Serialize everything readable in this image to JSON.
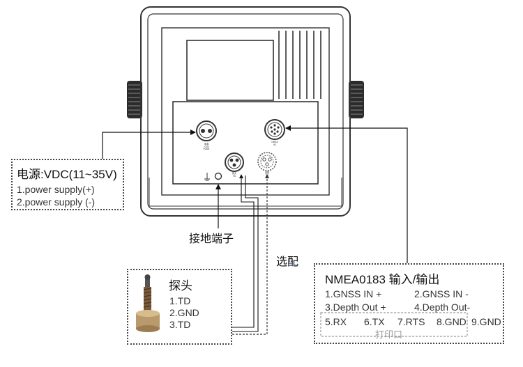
{
  "power_box": {
    "title": "电源:VDC(11~35V)",
    "items": [
      "1.power supply(+)",
      "2.power supply (-)"
    ]
  },
  "ground_label": "接地端子",
  "optional_label": "选配",
  "probe_box": {
    "title": "探头",
    "items": [
      "1.TD",
      "2.GND",
      "3.TD"
    ]
  },
  "nmea_box": {
    "title": "NMEA0183  输入/输出",
    "row1": [
      "1.GNSS IN +",
      "2.GNSS IN -"
    ],
    "row2": [
      "3.Depth Out +",
      "4.Depth Out-"
    ],
    "row3": [
      "5.RX",
      "6.TX",
      "7.RTS",
      "8.GND",
      "9.GND"
    ],
    "printer_label": "打印口"
  },
  "connector_labels": {
    "power_line1": "电源",
    "power_line2": "+24V",
    "power_line3": "Power",
    "nmea_line1": "NMEA",
    "nmea_line2": "I/O",
    "probe_line1": "探头",
    "probe_line2": "TD",
    "opt_line1": "选配",
    "opt_line2": "TD"
  },
  "colors": {
    "line": "#222222",
    "device_outline": "#333333",
    "accent_arrow": "#111111"
  }
}
